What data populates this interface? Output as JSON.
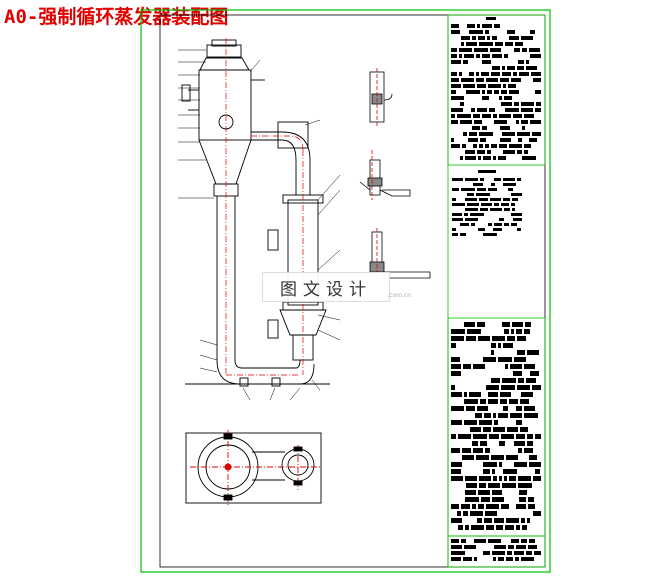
{
  "header": {
    "title": "A0-强制循环蒸发器装配图"
  },
  "watermark": {
    "text": "图文设计",
    "url": ".com.cn"
  },
  "colors": {
    "title": "#e00000",
    "frame": "#00c000",
    "line": "#000000",
    "centerline": "#e00000"
  }
}
